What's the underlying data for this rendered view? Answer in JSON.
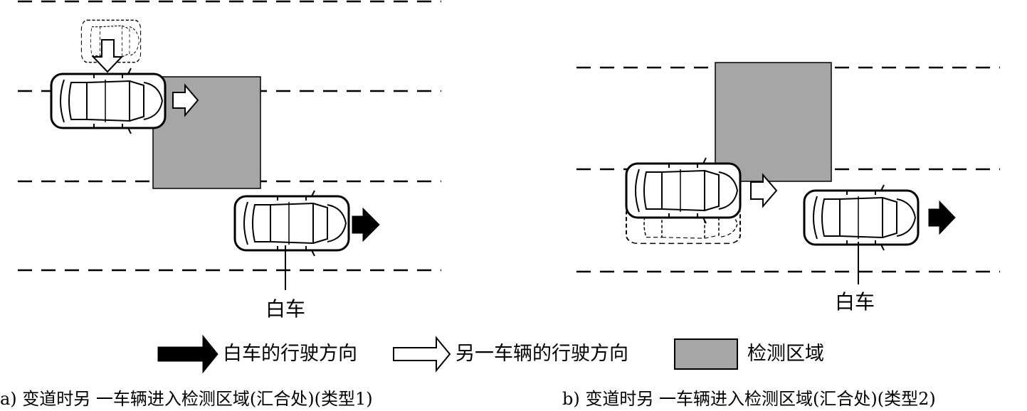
{
  "panel_a": {
    "own_car_label": "白车",
    "caption": "a) 变道时另 一车辆进入检测区域(汇合处)(类型1)"
  },
  "panel_b": {
    "own_car_label": "白车",
    "caption": "b) 变道时另 一车辆进入检测区域(汇合处)(类型2)"
  },
  "legend": {
    "own_direction": "白车的行驶方向",
    "other_direction": "另一车辆的行驶方向",
    "detection_area": "检测区域"
  },
  "colors": {
    "detection_area_fill": "#a6a6a6",
    "own_arrow_fill": "#000000",
    "other_arrow_fill": "#ffffff",
    "line": "#000000"
  },
  "icons": {
    "car": "car-top-view-icon",
    "solid_arrow": "solid-arrow-icon",
    "hollow_arrow": "hollow-arrow-icon"
  }
}
